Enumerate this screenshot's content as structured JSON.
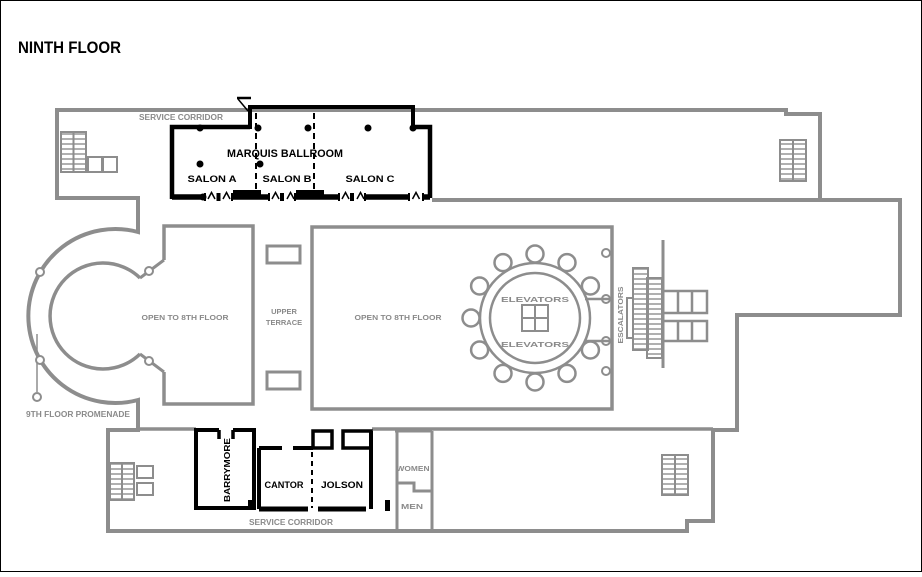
{
  "title": "NINTH FLOOR",
  "colors": {
    "background": "#ffffff",
    "wall_gray": "#8d8d8d",
    "wall_black": "#000000",
    "label_gray": "#8a8a8a",
    "label_black": "#000000"
  },
  "plan": {
    "corridors": {
      "top": "SERVICE CORRIDOR",
      "bottom": "SERVICE CORRIDOR"
    },
    "ballroom": {
      "name": "MARQUIS BALLROOM",
      "salons": [
        "SALON A",
        "SALON B",
        "SALON C"
      ]
    },
    "open_areas": {
      "left": "OPEN TO 8TH FLOOR",
      "center": "OPEN TO 8TH FLOOR"
    },
    "terrace": {
      "line1": "UPPER",
      "line2": "TERRACE"
    },
    "core": {
      "elevators_top": "ELEVATORS",
      "elevators_bottom": "ELEVATORS",
      "escalators": "ESCALATORS"
    },
    "promenade": "9TH FLOOR PROMENADE",
    "meeting_rooms": {
      "barrymore": "BARRYMORE",
      "cantor": "CANTOR",
      "jolson": "JOLSON"
    },
    "restrooms": {
      "women": "WOMEN",
      "men": "MEN"
    }
  }
}
